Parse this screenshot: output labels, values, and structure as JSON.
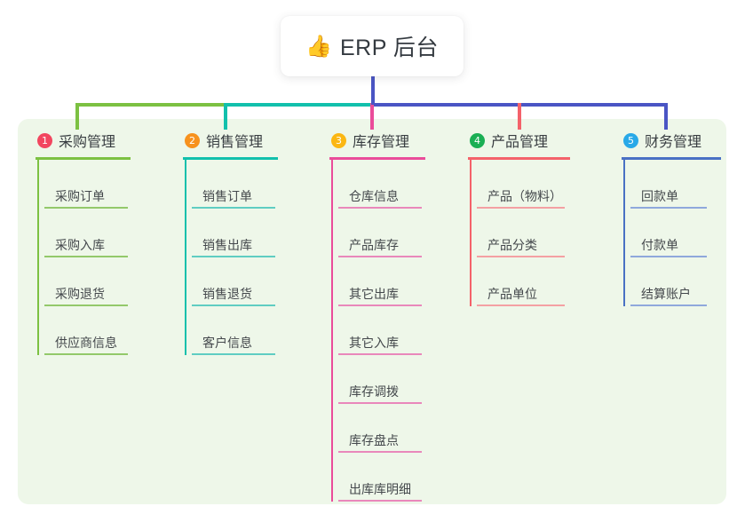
{
  "root": {
    "icon": "thumbs-up-icon",
    "emoji": "👍",
    "title": "ERP 后台"
  },
  "colors": {
    "panel_bg": "#eef7e9",
    "trunk": "#4a55c4",
    "segment_green": "#7cc142",
    "segment_teal": "#12c0ac",
    "segment_blue": "#4a55c4",
    "drop_pink": "#ea4c9a",
    "drop_red": "#f4626a",
    "text": "#383d41"
  },
  "columns": [
    {
      "index": "1",
      "badge_color": "#f2465f",
      "line_color": "#7cc142",
      "child_line_color": "#93c96a",
      "title": "采购管理",
      "children": [
        "采购订单",
        "采购入库",
        "采购退货",
        "供应商信息"
      ]
    },
    {
      "index": "2",
      "badge_color": "#f7921e",
      "line_color": "#12c0ac",
      "child_line_color": "#5fcdc2",
      "title": "销售管理",
      "children": [
        "销售订单",
        "销售出库",
        "销售退货",
        "客户信息"
      ]
    },
    {
      "index": "3",
      "badge_color": "#fbb713",
      "line_color": "#ea4c9a",
      "child_line_color": "#e988bb",
      "title": "库存管理",
      "children": [
        "仓库信息",
        "产品库存",
        "其它出库",
        "其它入库",
        "库存调拨",
        "库存盘点",
        "出库库明细"
      ]
    },
    {
      "index": "4",
      "badge_color": "#1aaf54",
      "line_color": "#f4626a",
      "child_line_color": "#f4a0a3",
      "title": "产品管理",
      "children": [
        "产品（物料）",
        "产品分类",
        "产品单位"
      ]
    },
    {
      "index": "5",
      "badge_color": "#28a9e8",
      "line_color": "#4a71c4",
      "child_line_color": "#8fa8dc",
      "title": "财务管理",
      "children": [
        "回款单",
        "付款单",
        "结算账户"
      ]
    }
  ]
}
